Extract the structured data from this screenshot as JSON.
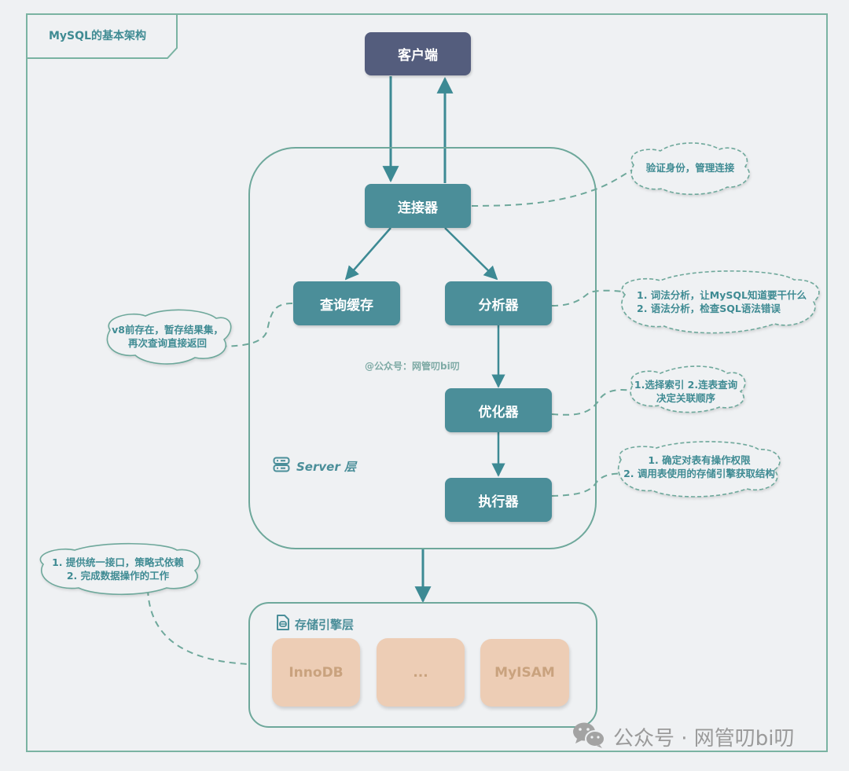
{
  "title": "MySQL的基本架构",
  "client": {
    "label": "客户端"
  },
  "server_layer": {
    "label": "Server 层",
    "icon": "server-icon",
    "nodes": {
      "connector": "连接器",
      "query_cache": "查询缓存",
      "analyzer": "分析器",
      "optimizer": "优化器",
      "executor": "执行器"
    },
    "watermark": "@公众号：网管叨bi叨"
  },
  "storage_layer": {
    "label": "存储引擎层",
    "icon": "file-database-icon",
    "engines": [
      "InnoDB",
      "...",
      "MyISAM"
    ]
  },
  "notes": {
    "connector": [
      "验证身份，管理连接"
    ],
    "query_cache": [
      "v8前存在，暂存结果集，",
      "再次查询直接返回"
    ],
    "analyzer": [
      "1. 词法分析，让MySQL知道要干什么",
      "2. 语法分析，检查SQL语法错误"
    ],
    "optimizer": [
      "1.选择索引 2.连表查询",
      "决定关联顺序"
    ],
    "executor": [
      "1. 确定对表有操作权限",
      "2. 调用表使用的存储引擎获取结构"
    ],
    "storage": [
      "1. 提供统一接口，策略式依赖",
      "2. 完成数据操作的工作"
    ]
  },
  "footer_watermark": "公众号 · 网管叨bi叨",
  "colors": {
    "teal_node": "#4b8e99",
    "client_node": "#545d7d",
    "engine_node": "#edcdb5",
    "border": "#6ea89b",
    "background": "#eff1f3"
  }
}
